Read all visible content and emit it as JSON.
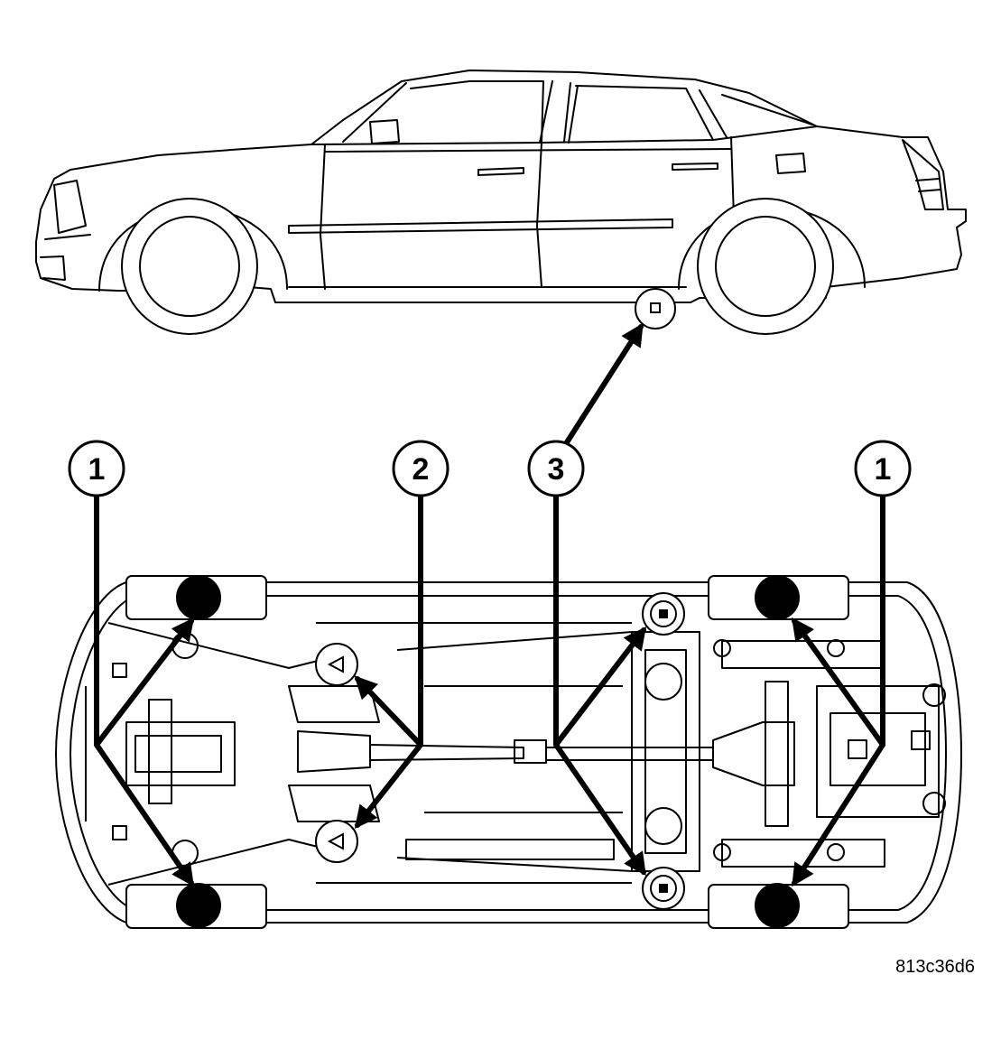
{
  "callouts": [
    {
      "id": "c1l",
      "label": "1"
    },
    {
      "id": "c2",
      "label": "2"
    },
    {
      "id": "c3",
      "label": "3"
    },
    {
      "id": "c1r",
      "label": "1"
    }
  ],
  "figure_id": "813c36d6",
  "colors": {
    "line": "#000000",
    "background": "#ffffff",
    "pad": "#000000"
  }
}
